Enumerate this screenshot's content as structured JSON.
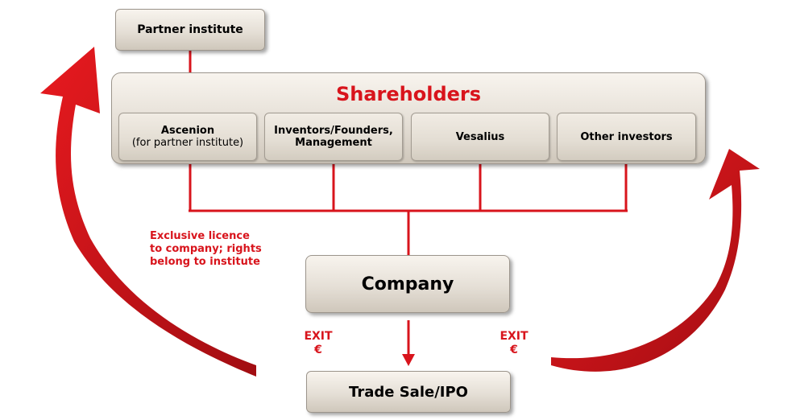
{
  "partner": {
    "label": "Partner institute"
  },
  "shareholders": {
    "title": "Shareholders",
    "members": [
      {
        "name": "Ascenion",
        "sub": "(for partner institute)"
      },
      {
        "name": "Inventors/Founders,",
        "sub": "Management"
      },
      {
        "name": "Vesalius",
        "sub": ""
      },
      {
        "name": "Other investors",
        "sub": ""
      }
    ]
  },
  "licence": {
    "line1": "Exclusive licence",
    "line2": "to company; rights",
    "line3": "belong to institute"
  },
  "company": {
    "label": "Company"
  },
  "exit_left": {
    "line1": "EXIT",
    "line2": "€"
  },
  "exit_right": {
    "line1": "EXIT",
    "line2": "€"
  },
  "trade": {
    "label": "Trade Sale/IPO"
  },
  "colors": {
    "accent": "#d8141c",
    "box_light": "#f8f4ee",
    "box_dark": "#cfc7bb"
  }
}
